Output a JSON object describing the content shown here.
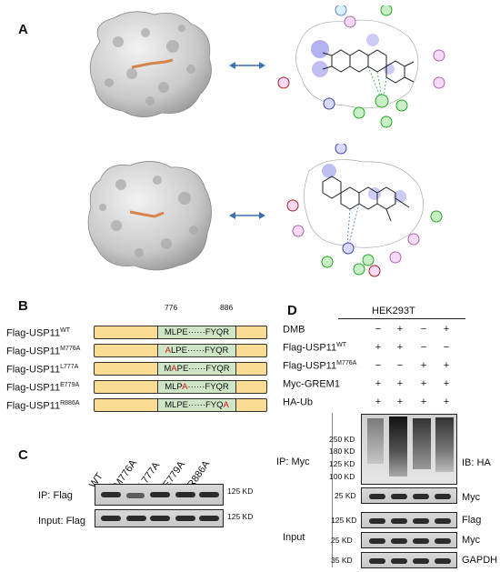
{
  "panels": {
    "a": "A",
    "b": "B",
    "c": "C",
    "d": "D"
  },
  "panel_b": {
    "pos_start": "776",
    "pos_end": "886",
    "constructs": [
      {
        "name": "Flag-USP11",
        "sup": "WT",
        "pre": "",
        "mut": "",
        "post": "MLPE······FYQR"
      },
      {
        "name": "Flag-USP11",
        "sup": "M776A",
        "pre": "",
        "mut": "A",
        "post": "LPE······FYQR"
      },
      {
        "name": "Flag-USP11",
        "sup": "L777A",
        "pre": "M",
        "mut": "A",
        "post": "PE······FYQR"
      },
      {
        "name": "Flag-USP11",
        "sup": "E779A",
        "pre": "MLP",
        "mut": "A",
        "post": "······FYQR"
      },
      {
        "name": "Flag-USP11",
        "sup": "R886A",
        "pre": "MLPE······FYQ",
        "mut": "A",
        "post": ""
      }
    ]
  },
  "panel_c": {
    "lanes": [
      "WT",
      "M776A",
      "L777A",
      "E779A",
      "R886A"
    ],
    "rows": [
      {
        "label": "IP: Flag",
        "marker": "125 KD"
      },
      {
        "label": "Input: Flag",
        "marker": "125 KD"
      }
    ]
  },
  "panel_d": {
    "cell_line": "HEK293T",
    "conditions": [
      {
        "label": "DMB",
        "sup": "",
        "values": [
          "−",
          "+",
          "−",
          "+"
        ]
      },
      {
        "label": "Flag-USP11",
        "sup": "WT",
        "values": [
          "+",
          "+",
          "−",
          "−"
        ]
      },
      {
        "label": "Flag-USP11",
        "sup": "M776A",
        "values": [
          "−",
          "−",
          "+",
          "+"
        ]
      },
      {
        "label": "Myc-GREM1",
        "sup": "",
        "values": [
          "+",
          "+",
          "+",
          "+"
        ]
      },
      {
        "label": "HA-Ub",
        "sup": "",
        "values": [
          "+",
          "+",
          "+",
          "+"
        ]
      }
    ],
    "ip_label": "IP: Myc",
    "input_label": "Input",
    "ub_markers": [
      "250 KD",
      "180 KD",
      "125 KD",
      "100 KD"
    ],
    "ib_label": "IB: HA",
    "myc_marker": "25 KD",
    "myc_label": "Myc",
    "input_blots": [
      {
        "marker": "125 KD",
        "label": "Flag"
      },
      {
        "marker": "25 KD",
        "label": "Myc"
      },
      {
        "marker": "35 KD",
        "label": "GAPDH"
      }
    ]
  }
}
